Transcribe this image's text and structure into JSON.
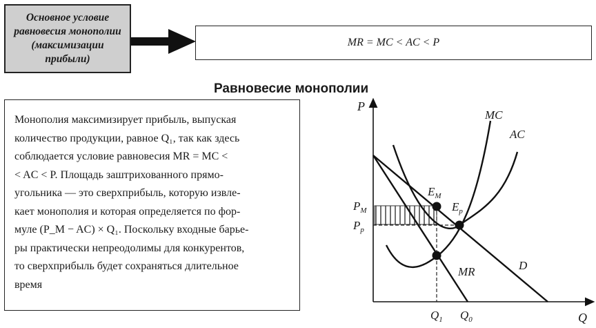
{
  "condition_box": {
    "lines": [
      "Основное условие",
      "равновесия монополии",
      "(максимизации",
      "прибыли)"
    ]
  },
  "formula": "MR = MC < AC < P",
  "section_title": "Равновесие монополии",
  "text": {
    "lines": [
      "Монополия максимизирует прибыль, выпуская",
      "количество продукции, равное Q₁, так как здесь",
      "соблюдается условие равновесия MR = MC <",
      "< AC < P. Площадь заштрихованного прямо-",
      "угольника — это сверхприбыль, которую извле-",
      "кает монополия и которая определяется по фор-",
      "муле (P_M − AC) × Q₁. Поскольку входные барье-",
      "ры практически непреодолимы для конкурентов,",
      "то сверхприбыль будет сохраняться длительное",
      "время"
    ]
  },
  "graph": {
    "y_axis_label": "P",
    "x_axis_label": "Q",
    "curve_labels": {
      "mc": "MC",
      "ac": "AC",
      "demand": "D",
      "mr": "MR"
    },
    "point_labels": {
      "em": "E",
      "em_sub": "M",
      "ep": "E",
      "ep_sub": "p"
    },
    "price_labels": {
      "pm": "P",
      "pm_sub": "M",
      "pp": "P",
      "pp_sub": "p"
    },
    "quantity_labels": {
      "q1": "Q",
      "q1_sub": "1",
      "q0": "Q",
      "q0_sub": "0"
    }
  }
}
